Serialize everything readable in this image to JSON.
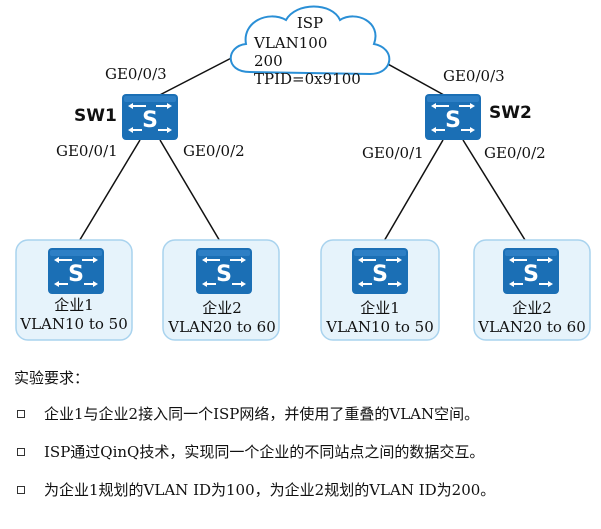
{
  "isp": {
    "name": "ISP",
    "vlan_line1": "VLAN100",
    "vlan_line2": "200",
    "tpid": "TPID=0x9100"
  },
  "switches": {
    "sw1": {
      "name": "SW1",
      "uplink_port": "GE0/0/3",
      "port_left": "GE0/0/1",
      "port_right": "GE0/0/2"
    },
    "sw2": {
      "name": "SW2",
      "uplink_port": "GE0/0/3",
      "port_left": "GE0/0/1",
      "port_right": "GE0/0/2"
    }
  },
  "sites": [
    {
      "company": "企业1",
      "vlans": "VLAN10 to 50"
    },
    {
      "company": "企业2",
      "vlans": "VLAN20 to 60"
    },
    {
      "company": "企业1",
      "vlans": "VLAN10 to 50"
    },
    {
      "company": "企业2",
      "vlans": "VLAN20 to 60"
    }
  ],
  "requirements": {
    "title": "实验要求：",
    "items": [
      "企业1与企业2接入同一个ISP网络，并使用了重叠的VLAN空间。",
      "ISP通过QinQ技术，实现同一个企业的不同站点之间的数据交互。",
      "为企业1规划的VLAN ID为100，为企业2规划的VLAN ID为200。"
    ]
  },
  "colors": {
    "switch_fill": "#1b6fb5",
    "site_box_fill": "#e6f3fb",
    "site_box_border": "#a9d3ee",
    "cloud_border": "#2a8fd6",
    "line": "#111111"
  }
}
